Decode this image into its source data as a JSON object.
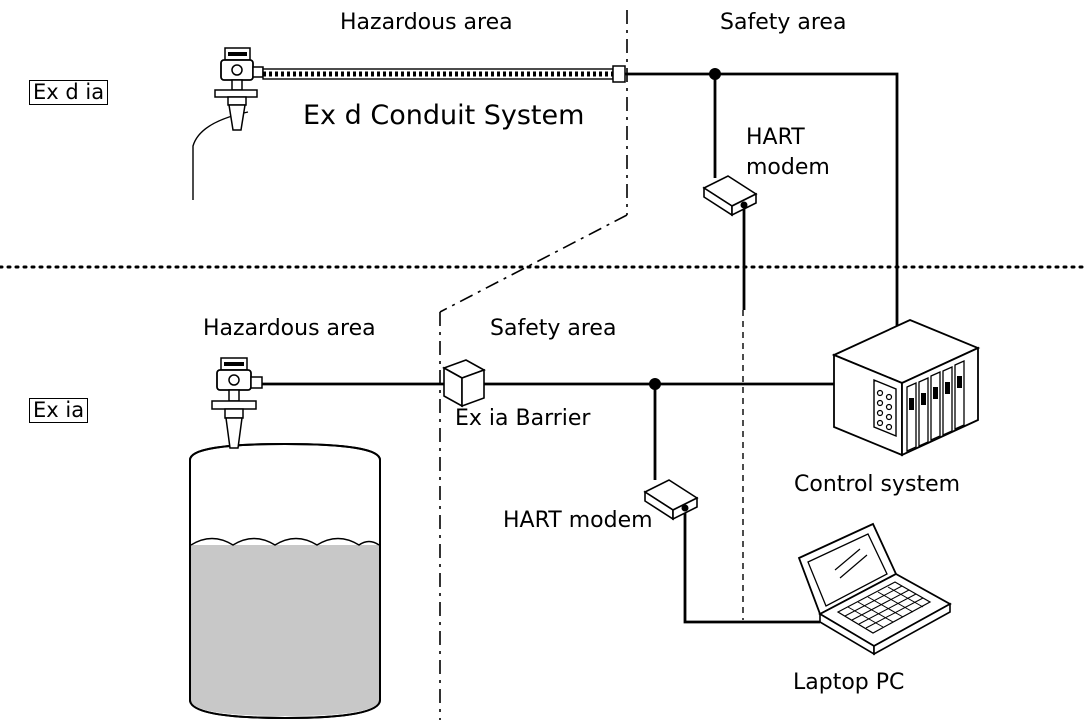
{
  "top_section": {
    "zone_label": "Ex d ia",
    "hazardous_area": "Hazardous area",
    "safety_area": "Safety area",
    "conduit_label": "Ex d Conduit System",
    "modem_line1": "HART",
    "modem_line2": "modem"
  },
  "bottom_section": {
    "zone_label": "Ex ia",
    "hazardous_area": "Hazardous area",
    "safety_area": "Safety area",
    "barrier_label": "Ex ia Barrier",
    "modem_label": "HART modem",
    "control_label": "Control system",
    "laptop_label": "Laptop PC"
  },
  "colors": {
    "line": "#000000",
    "liquid": "#c8c8c8",
    "background": "#ffffff"
  }
}
